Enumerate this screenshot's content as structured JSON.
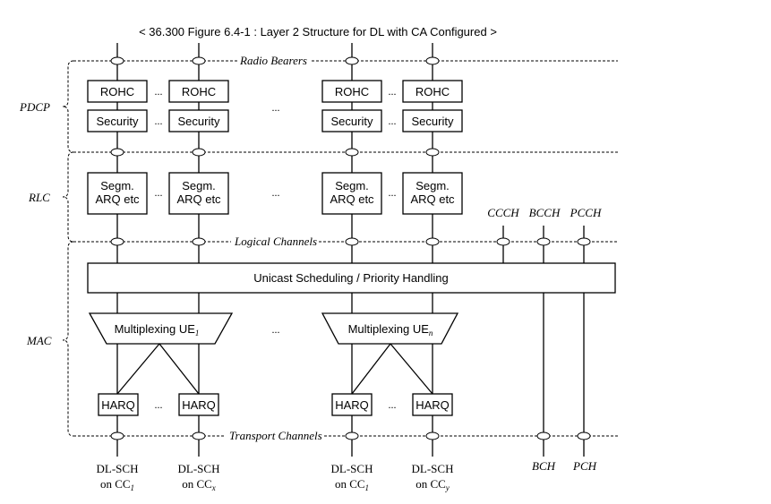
{
  "title": "< 36.300 Figure 6.4-1 : Layer 2 Structure for DL with CA Configured >",
  "layers": {
    "pdcp": "PDCP",
    "rlc": "RLC",
    "mac": "MAC"
  },
  "boundaries": {
    "radio_bearers": "Radio Bearers",
    "logical_channels": "Logical Channels",
    "transport_channels": "Transport Channels"
  },
  "blocks": {
    "rohc": "ROHC",
    "security": "Security",
    "segm_line1": "Segm.",
    "segm_line2": "ARQ etc",
    "scheduling": "Unicast Scheduling / Priority Handling",
    "mux_ue": "Multiplexing UE",
    "mux_sub_1": "1",
    "mux_sub_n": "n",
    "harq": "HARQ"
  },
  "logical_channels": {
    "ccch": "CCCH",
    "bcch": "BCCH",
    "pcch": "PCCH"
  },
  "transport_channels": {
    "bch": "BCH",
    "pch": "PCH"
  },
  "dlsch": {
    "name": "DL-SCH",
    "on": "on CC",
    "sub_1": "1",
    "sub_x": "x",
    "sub_y": "y"
  },
  "ellipsis": "..."
}
